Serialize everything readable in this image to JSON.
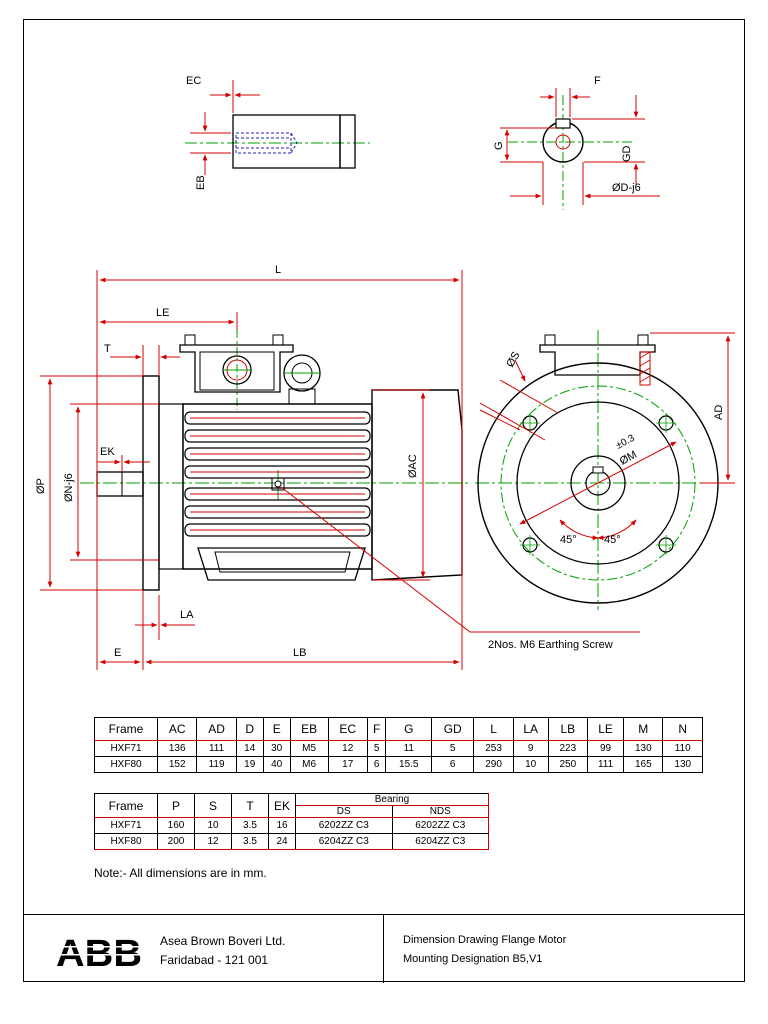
{
  "top_left_view": {
    "ec": "EC",
    "eb": "EB"
  },
  "top_right_view": {
    "f": "F",
    "g": "G",
    "gd": "GD",
    "d": "ØD-j6"
  },
  "side_view": {
    "l": "L",
    "le": "LE",
    "t": "T",
    "ek": "EK",
    "p": "ØP",
    "n": "ØN-j6",
    "ac": "ØAC",
    "la": "LA",
    "e": "E",
    "lb": "LB"
  },
  "front_view": {
    "s": "ØS",
    "ad": "AD",
    "tol": "±0.3",
    "m": "ØM",
    "angle1": "45°",
    "angle2": "45°"
  },
  "callout": "2Nos. M6 Earthing Screw",
  "table1": {
    "headers": [
      "Frame",
      "AC",
      "AD",
      "D",
      "E",
      "EB",
      "EC",
      "F",
      "G",
      "GD",
      "L",
      "LA",
      "LB",
      "LE",
      "M",
      "N"
    ],
    "rows": [
      [
        "HXF71",
        "136",
        "111",
        "14",
        "30",
        "M5",
        "12",
        "5",
        "11",
        "5",
        "253",
        "9",
        "223",
        "99",
        "130",
        "110"
      ],
      [
        "HXF80",
        "152",
        "119",
        "19",
        "40",
        "M6",
        "17",
        "6",
        "15.5",
        "6",
        "290",
        "10",
        "250",
        "111",
        "165",
        "130"
      ]
    ]
  },
  "table2": {
    "headers": [
      "Frame",
      "P",
      "S",
      "T",
      "EK"
    ],
    "bearing_header": "Bearing",
    "bearing_sub": [
      "DS",
      "NDS"
    ],
    "rows": [
      [
        "HXF71",
        "160",
        "10",
        "3.5",
        "16",
        "6202ZZ C3",
        "6202ZZ C3"
      ],
      [
        "HXF80",
        "200",
        "12",
        "3.5",
        "24",
        "6204ZZ C3",
        "6204ZZ C3"
      ]
    ]
  },
  "note": "Note:- All dimensions are in mm.",
  "title_block": {
    "logo": "ABB",
    "company": "Asea Brown Boveri Ltd.",
    "address": "Faridabad - 121 001",
    "title_line1": "Dimension Drawing Flange Motor",
    "title_line2": "Mounting Designation B5,V1"
  },
  "colors": {
    "dimension": "#d40000",
    "centerline": "#00a000",
    "hidden": "#2020c0",
    "outline": "#000000"
  }
}
